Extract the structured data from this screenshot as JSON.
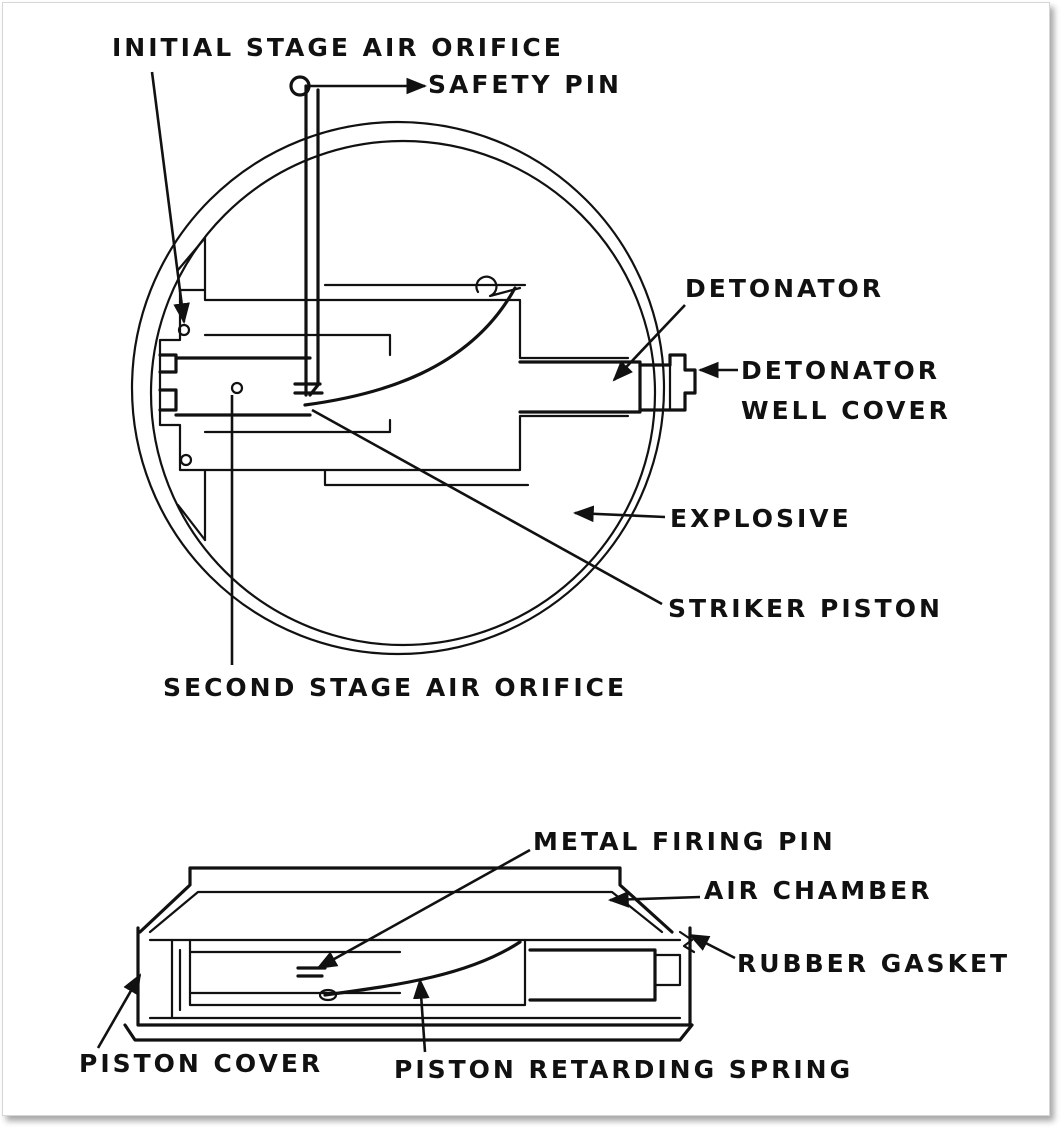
{
  "labels": {
    "initial_stage_air_orifice": "INITIAL STAGE AIR ORIFICE",
    "safety_pin": "SAFETY PIN",
    "detonator": "DETONATOR",
    "detonator_well_cover_1": "DETONATOR",
    "detonator_well_cover_2": "WELL COVER",
    "explosive": "EXPLOSIVE",
    "striker_piston": "STRIKER PISTON",
    "second_stage_air_orifice": "SECOND STAGE AIR ORIFICE",
    "metal_firing_pin": "METAL FIRING PIN",
    "air_chamber": "AIR CHAMBER",
    "rubber_gasket": "RUBBER GASKET",
    "piston_cover": "PISTON COVER",
    "piston_retarding_spring": "PISTON RETARDING SPRING"
  },
  "colors": {
    "ink": "#111111",
    "paper": "#ffffff"
  }
}
